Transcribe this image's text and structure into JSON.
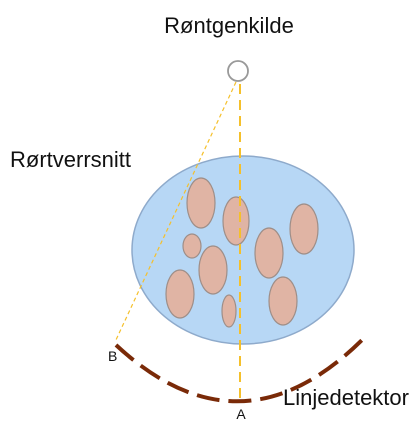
{
  "labels": {
    "source": "Røntgenkilde",
    "cross_section": "Rørtverrsnitt",
    "detector": "Linjedetektor",
    "point_a": "A",
    "point_b": "B"
  },
  "colors": {
    "pipe_fill": "#b7d7f5",
    "pipe_stroke": "#8eaacb",
    "defect_fill": "#e0b4a4",
    "defect_stroke": "#9e8e88",
    "ray": "#f5c02b",
    "detector": "#7a2a08",
    "source_stroke": "#999999"
  }
}
